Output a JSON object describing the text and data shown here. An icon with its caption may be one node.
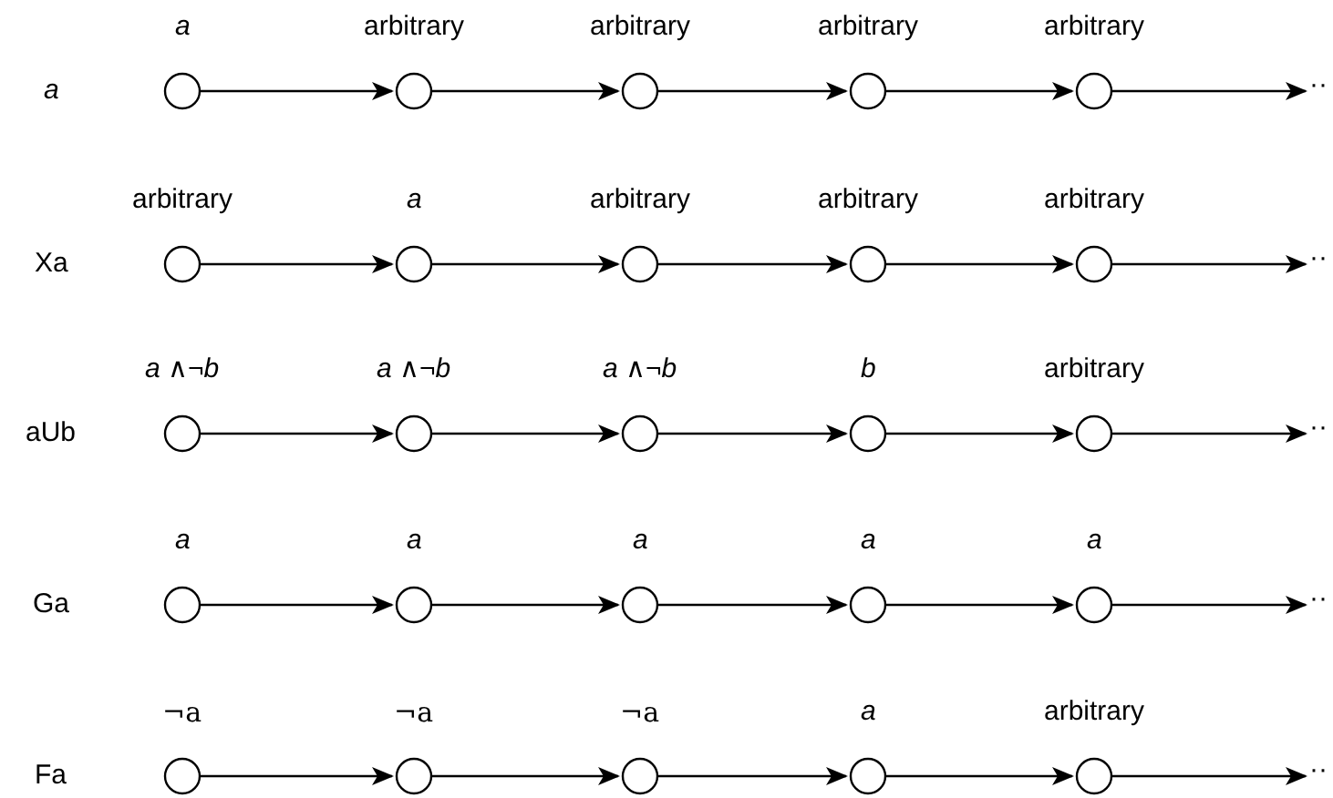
{
  "diagram": {
    "nodes": [
      {
        "text": [],
        "shape": "circle",
        "beside": [
          "*a*"
        ]
      },
      {
        "text": [],
        "shape": "circle",
        "beside": [
          "arbitrary"
        ]
      },
      {
        "text": [],
        "shape": "circle",
        "beside": [
          "arbitrary"
        ]
      },
      {
        "text": [],
        "shape": "circle",
        "beside": [
          "arbitrary"
        ]
      },
      {
        "text": [],
        "shape": "circle",
        "beside": [
          "arbitrary"
        ]
      },
      {
        "text": [],
        "shape": "circle",
        "beside": [
          "arbitrary"
        ]
      },
      {
        "text": [],
        "shape": "circle",
        "beside": [
          "*a*"
        ]
      },
      {
        "text": [],
        "shape": "circle",
        "beside": [
          "arbitrary"
        ]
      },
      {
        "text": [],
        "shape": "circle",
        "beside": [
          "arbitrary"
        ]
      },
      {
        "text": [],
        "shape": "circle",
        "beside": [
          "arbitrary"
        ]
      },
      {
        "text": [],
        "shape": "circle",
        "beside": [
          "*a* ∧¬*b*"
        ]
      },
      {
        "text": [],
        "shape": "circle",
        "beside": [
          "*a* ∧¬*b*"
        ]
      },
      {
        "text": [],
        "shape": "circle",
        "beside": [
          "*a* ∧¬*b*"
        ]
      },
      {
        "text": [],
        "shape": "circle",
        "beside": [
          "*b*"
        ]
      },
      {
        "text": [],
        "shape": "circle",
        "beside": [
          "arbitrary"
        ]
      },
      {
        "text": [],
        "shape": "circle",
        "beside": [
          "*a*"
        ]
      },
      {
        "text": [],
        "shape": "circle",
        "beside": [
          "*a*"
        ]
      },
      {
        "text": [],
        "shape": "circle",
        "beside": [
          "*a*"
        ]
      },
      {
        "text": [],
        "shape": "circle",
        "beside": [
          "*a*"
        ]
      },
      {
        "text": [],
        "shape": "circle",
        "beside": [
          "*a*"
        ]
      },
      {
        "text": [],
        "shape": "circle",
        "beside": [
          "¬a"
        ]
      },
      {
        "text": [],
        "shape": "circle",
        "beside": [
          "¬a"
        ]
      },
      {
        "text": [],
        "shape": "circle",
        "beside": [
          "¬a"
        ]
      },
      {
        "text": [],
        "shape": "circle",
        "beside": [
          "*a*"
        ]
      },
      {
        "text": [],
        "shape": "circle",
        "beside": [
          "arbitrary"
        ]
      },
      {
        "text": [
          "··"
        ]
      },
      {
        "text": [
          "··"
        ]
      },
      {
        "text": [
          "··"
        ]
      },
      {
        "text": [
          "··"
        ]
      },
      {
        "text": [
          "··"
        ]
      }
    ],
    "edges": [
      {
        "from": 0,
        "to": 1,
        "arrow": "to"
      },
      {
        "from": 1,
        "to": 2,
        "arrow": "to"
      },
      {
        "from": 2,
        "to": 3,
        "arrow": "to"
      },
      {
        "from": 3,
        "to": 4,
        "arrow": "to"
      },
      {
        "from": 4,
        "to": 25,
        "arrow": "to"
      },
      {
        "from": 5,
        "to": 6,
        "arrow": "to"
      },
      {
        "from": 6,
        "to": 7,
        "arrow": "to"
      },
      {
        "from": 7,
        "to": 8,
        "arrow": "to"
      },
      {
        "from": 8,
        "to": 9,
        "arrow": "to"
      },
      {
        "from": 9,
        "to": 26,
        "arrow": "to"
      },
      {
        "from": 10,
        "to": 11,
        "arrow": "to"
      },
      {
        "from": 11,
        "to": 12,
        "arrow": "to"
      },
      {
        "from": 12,
        "to": 13,
        "arrow": "to"
      },
      {
        "from": 13,
        "to": 14,
        "arrow": "to"
      },
      {
        "from": 14,
        "to": 27,
        "arrow": "to"
      },
      {
        "from": 15,
        "to": 16,
        "arrow": "to"
      },
      {
        "from": 16,
        "to": 17,
        "arrow": "to"
      },
      {
        "from": 17,
        "to": 18,
        "arrow": "to"
      },
      {
        "from": 18,
        "to": 19,
        "arrow": "to"
      },
      {
        "from": 19,
        "to": 28,
        "arrow": "to"
      },
      {
        "from": 20,
        "to": 21,
        "arrow": "to"
      },
      {
        "from": 21,
        "to": 22,
        "arrow": "to"
      },
      {
        "from": 22,
        "to": 23,
        "arrow": "to"
      },
      {
        "from": 23,
        "to": 24,
        "arrow": "to"
      },
      {
        "from": 24,
        "to": 29,
        "arrow": "to"
      }
    ],
    "labels": [
      "*a*",
      "Xa",
      "aUb",
      "Ga",
      "Fa"
    ]
  }
}
